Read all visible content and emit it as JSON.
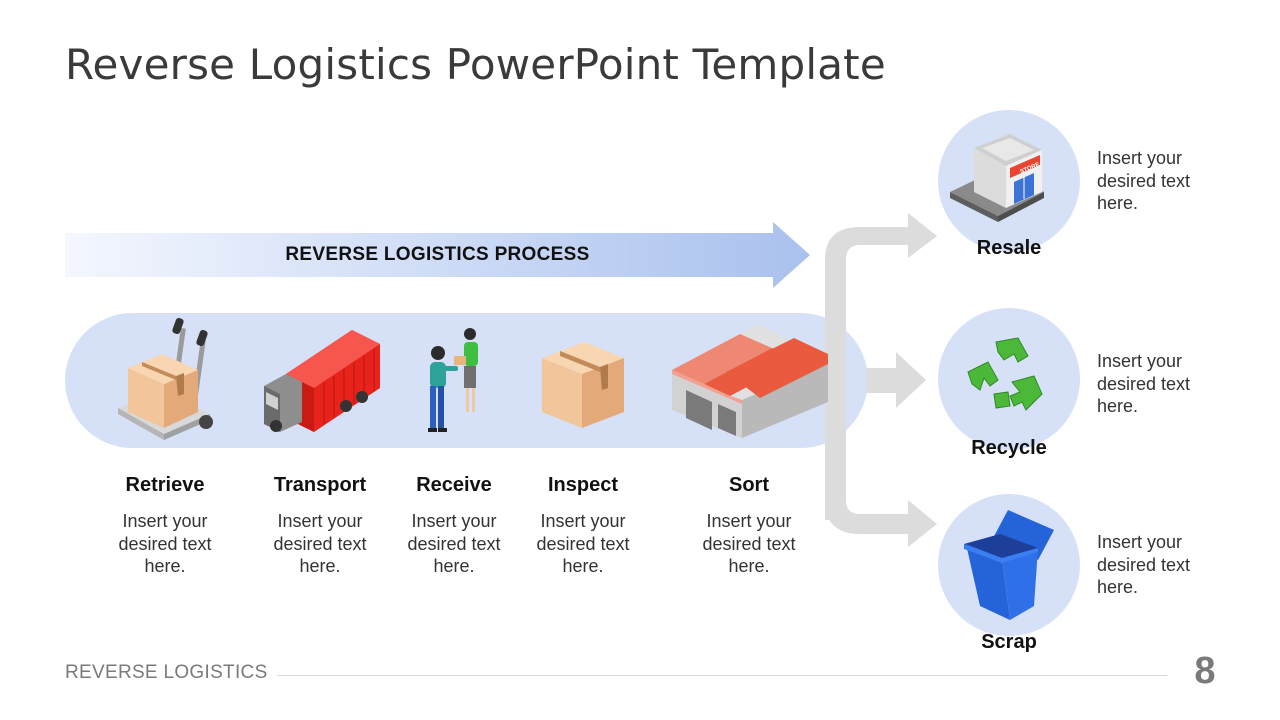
{
  "slide": {
    "title": "Reverse Logistics PowerPoint Template",
    "process_banner": "REVERSE LOGISTICS PROCESS",
    "footer_label": "REVERSE LOGISTICS",
    "page_number": "8"
  },
  "colors": {
    "pill": "#d6e1f7",
    "arrow_gradient_end": "#a9c1ee",
    "connector": "#dcdcdc"
  },
  "steps": [
    {
      "name": "Retrieve",
      "desc": [
        "Insert your",
        "desired text",
        "here."
      ],
      "icon": "hand-truck-box-icon"
    },
    {
      "name": "Transport",
      "desc": [
        "Insert your",
        "desired text",
        "here."
      ],
      "icon": "truck-icon"
    },
    {
      "name": "Receive",
      "desc": [
        "Insert your",
        "desired text",
        "here."
      ],
      "icon": "people-handoff-icon"
    },
    {
      "name": "Inspect",
      "desc": [
        "Insert your",
        "desired text",
        "here."
      ],
      "icon": "box-icon"
    },
    {
      "name": "Sort",
      "desc": [
        "Insert your",
        "desired text",
        "here."
      ],
      "icon": "warehouse-icon"
    }
  ],
  "outcomes": [
    {
      "name": "Resale",
      "desc": [
        "Insert your",
        "desired text",
        "here."
      ],
      "icon": "store-icon",
      "sign": "STORE"
    },
    {
      "name": "Recycle",
      "desc": [
        "Insert your",
        "desired text",
        "here."
      ],
      "icon": "recycle-icon"
    },
    {
      "name": "Scrap",
      "desc": [
        "Insert your",
        "desired text",
        "here."
      ],
      "icon": "trash-bin-icon"
    }
  ]
}
